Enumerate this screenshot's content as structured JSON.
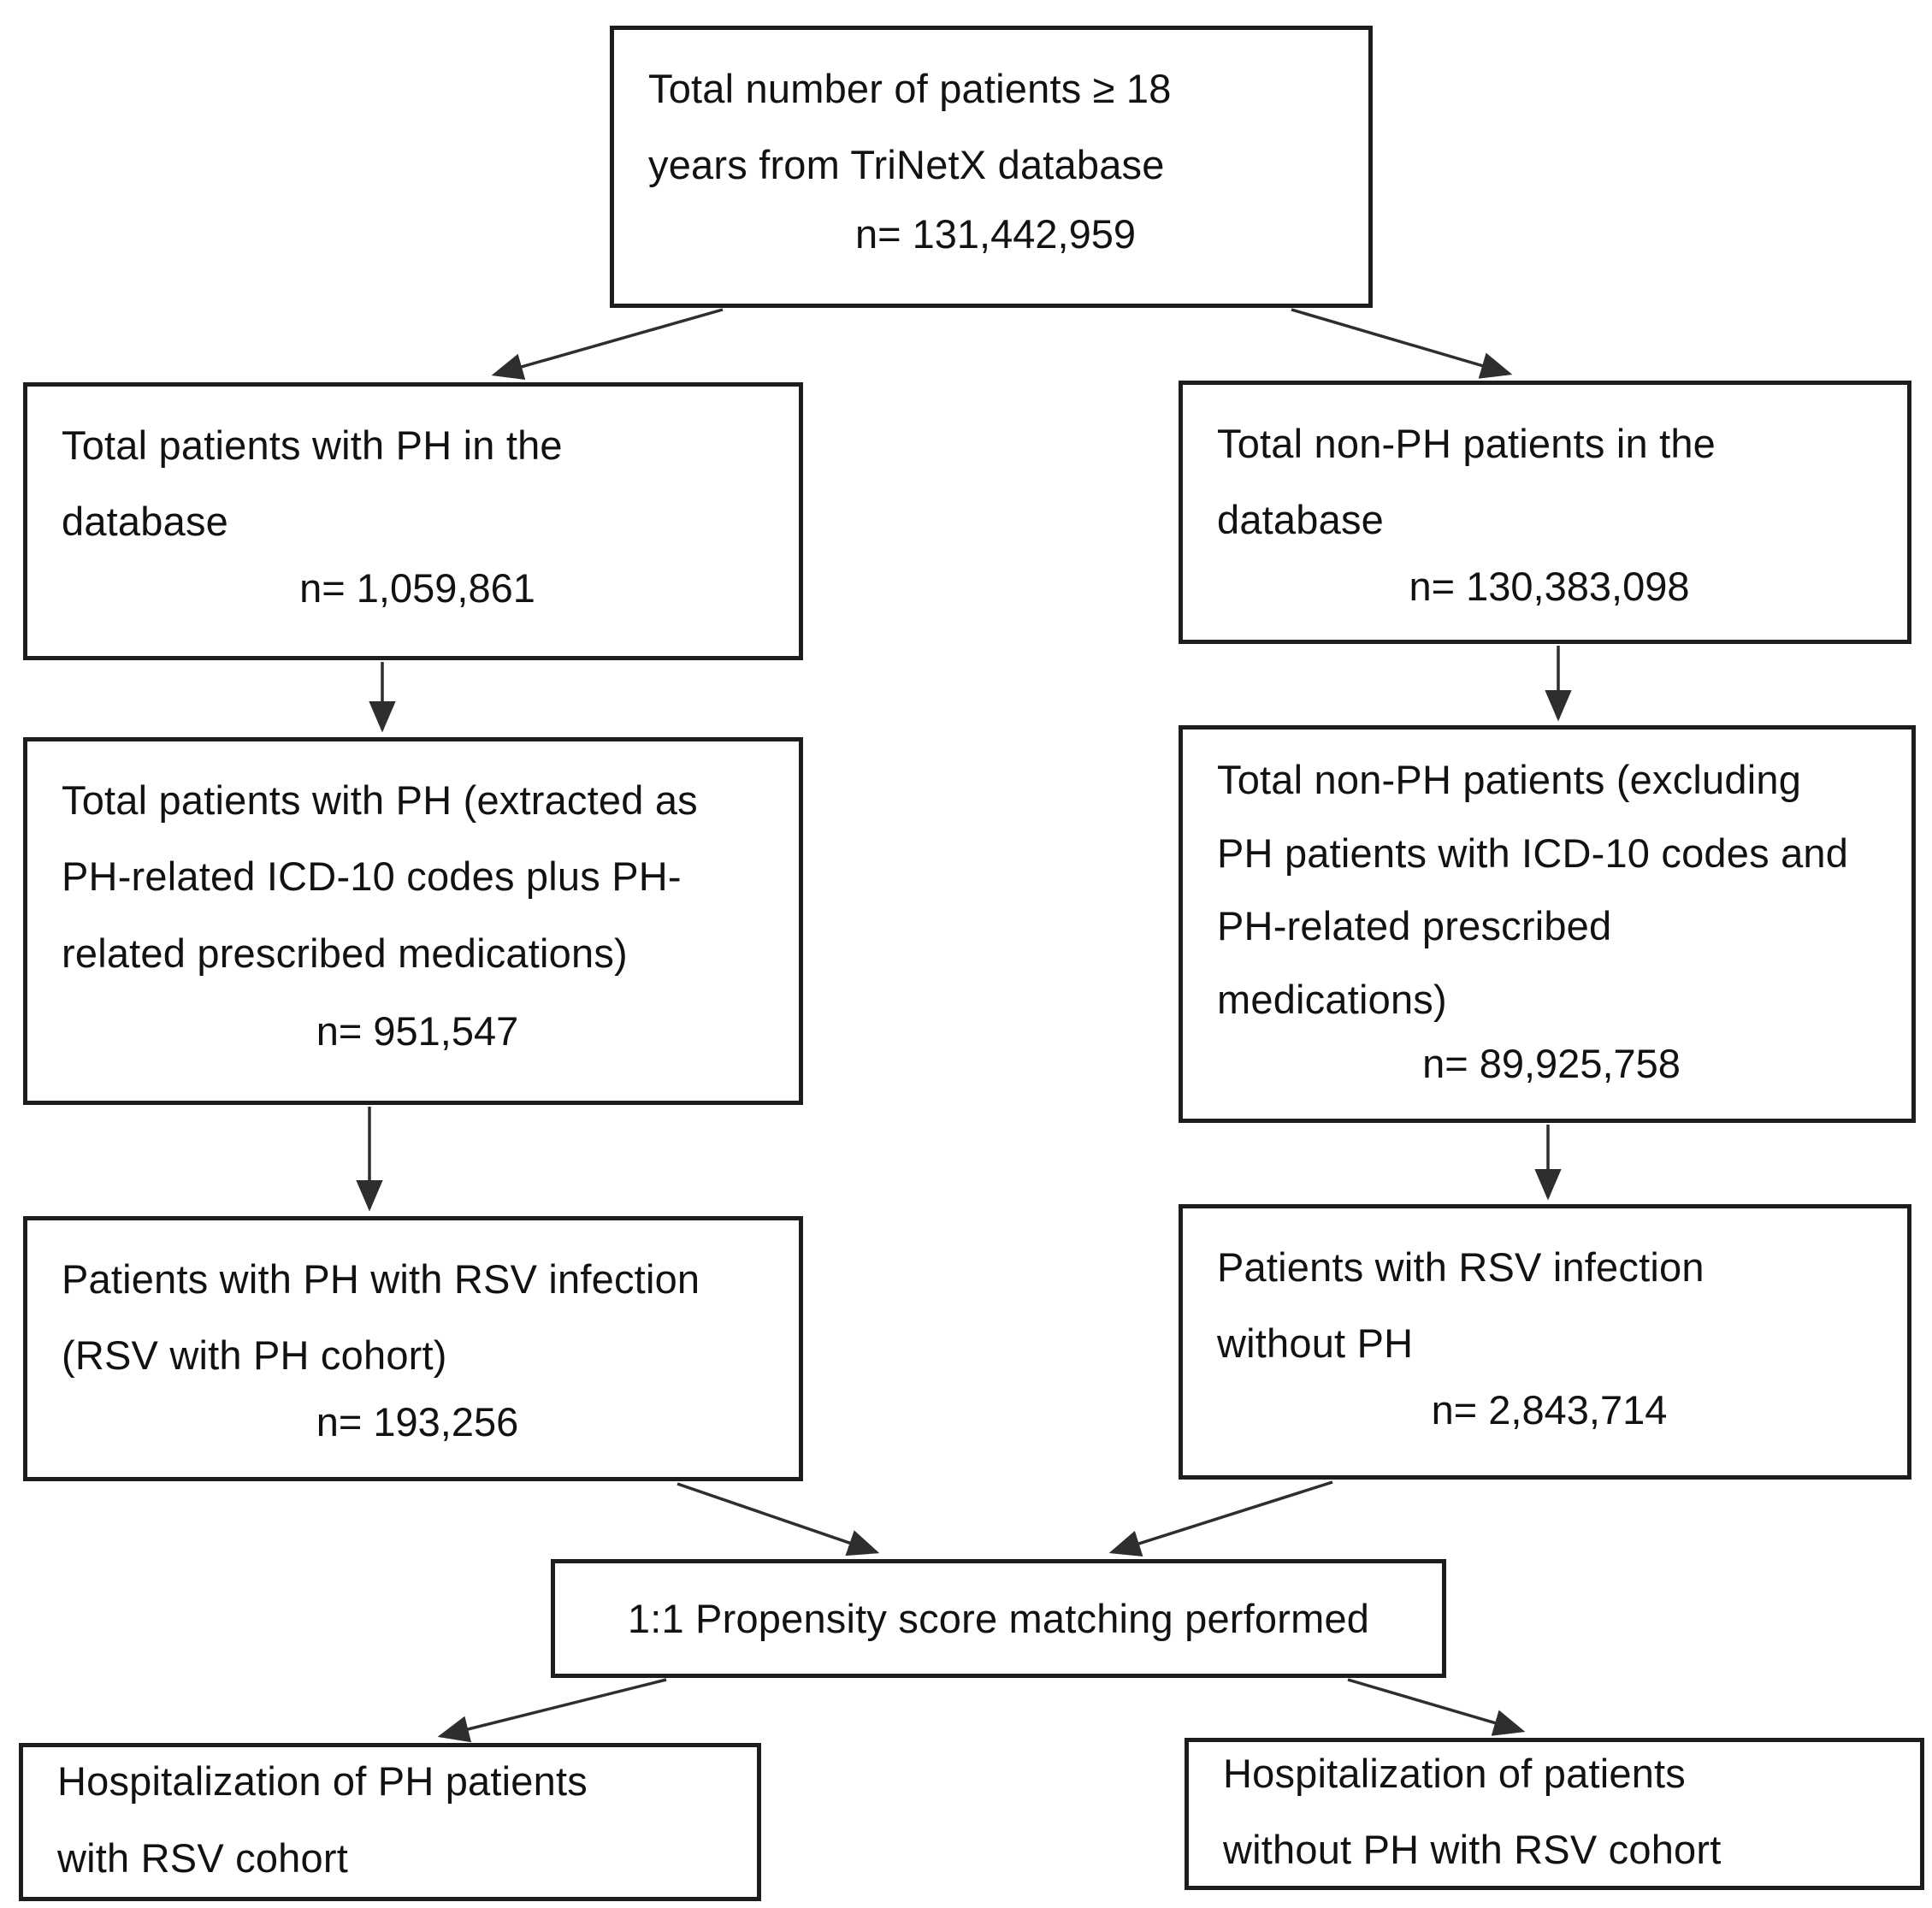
{
  "diagram": {
    "type": "flowchart",
    "colors": {
      "background": "#ffffff",
      "box_border": "#1d1d1d",
      "text": "#121212",
      "arrow": "#2e2e2e"
    },
    "nodes": [
      {
        "id": "total",
        "label": "Total number of patients ≥ 18\nyears from TriNetX database",
        "n_label": "n= 131,442,959"
      },
      {
        "id": "ph-db",
        "label": "Total patients with PH in the\ndatabase",
        "n_label": "n= 1,059,861"
      },
      {
        "id": "nonph-db",
        "label": "Total non-PH patients in the\ndatabase",
        "n_label": "n= 130,383,098"
      },
      {
        "id": "ph-extracted",
        "label": "Total patients with PH (extracted as\nPH-related ICD-10 codes plus PH-\nrelated prescribed medications)",
        "n_label": "n= 951,547"
      },
      {
        "id": "nonph-excluded",
        "label": "Total non-PH patients (excluding\nPH patients with ICD-10 codes and\nPH-related prescribed\nmedications)",
        "n_label": "n= 89,925,758"
      },
      {
        "id": "ph-rsv",
        "label": "Patients with PH with RSV infection\n(RSV with PH cohort)",
        "n_label": "n= 193,256"
      },
      {
        "id": "rsv-nonph",
        "label": "Patients with RSV infection\nwithout PH",
        "n_label": "n= 2,843,714"
      },
      {
        "id": "matching",
        "label": "1:1 Propensity score matching performed"
      },
      {
        "id": "hosp-ph",
        "label": "Hospitalization of PH patients\nwith RSV cohort"
      },
      {
        "id": "hosp-nonph",
        "label": "Hospitalization of patients\nwithout PH with RSV cohort"
      }
    ],
    "edges": [
      {
        "from": "total",
        "to": "ph-db"
      },
      {
        "from": "total",
        "to": "nonph-db"
      },
      {
        "from": "ph-db",
        "to": "ph-extracted"
      },
      {
        "from": "nonph-db",
        "to": "nonph-excluded"
      },
      {
        "from": "ph-extracted",
        "to": "ph-rsv"
      },
      {
        "from": "nonph-excluded",
        "to": "rsv-nonph"
      },
      {
        "from": "ph-rsv",
        "to": "matching"
      },
      {
        "from": "rsv-nonph",
        "to": "matching"
      },
      {
        "from": "matching",
        "to": "hosp-ph"
      },
      {
        "from": "matching",
        "to": "hosp-nonph"
      }
    ]
  }
}
